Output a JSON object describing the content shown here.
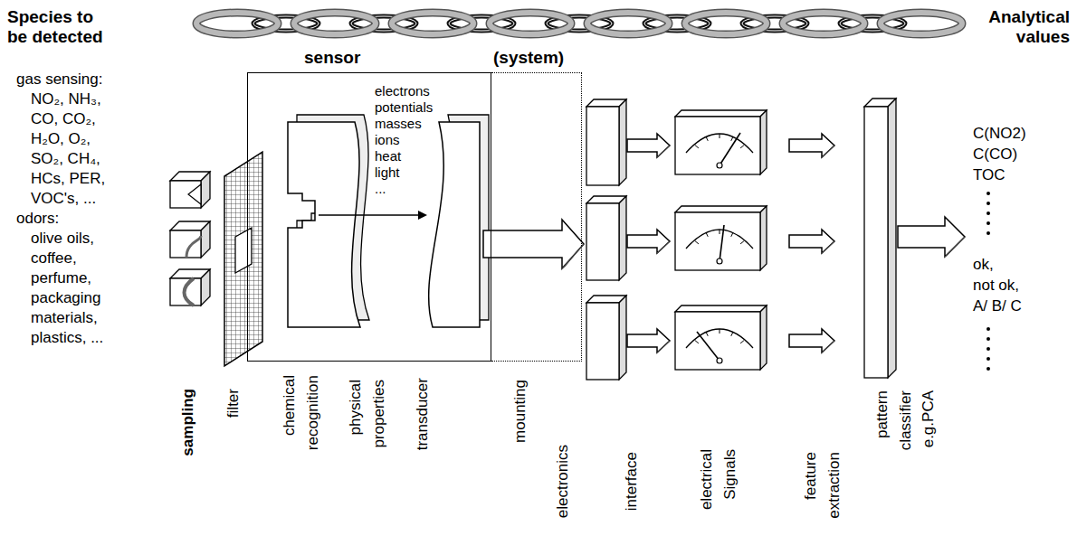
{
  "diagram": {
    "nodes": [
      {
        "text": [
          "sensor"
        ]
      },
      {
        "text": [
          "(system)"
        ]
      }
    ],
    "labels": [
      "Species to be detected",
      "gas sensing:",
      "NO₂, NH₃,",
      "CO, CO₂,",
      "H₂O, O₂,",
      "SO₂, CH₄,",
      "HCs, PER,",
      "VOC's, ...",
      "odors:",
      "olive oils,",
      "coffee,",
      "perfume,",
      "packaging",
      "materials,",
      "plastics, ...",
      "electrons",
      "potentials",
      "masses",
      "ions",
      "heat",
      "light",
      "...",
      "Analytical values",
      "C(NO2)",
      "C(CO)",
      "TOC",
      "ok,",
      "not ok,",
      "A/ B/ C",
      "sampling",
      "filter",
      "chemical recognition",
      "physical properties",
      "transducer",
      "mounting",
      "electronics",
      "interface",
      "electrical Signals",
      "feature extraction",
      "pattern classifier e.g.PCA"
    ]
  }
}
